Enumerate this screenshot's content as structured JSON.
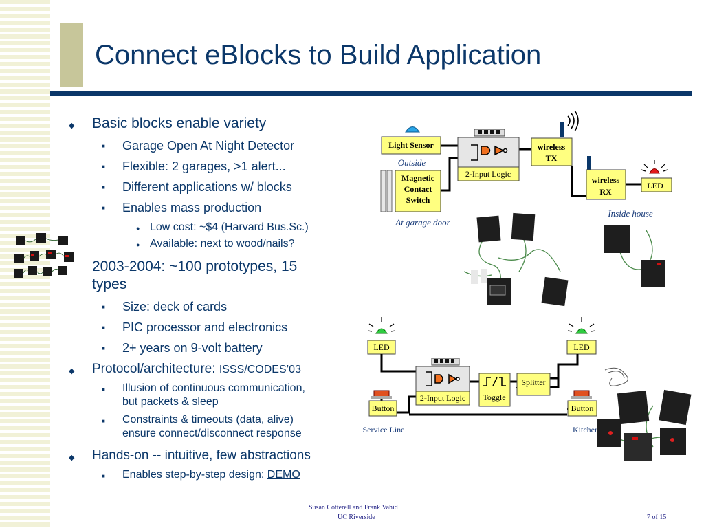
{
  "slide": {
    "title": "Connect eBlocks to Build Application",
    "colors": {
      "title": "#0b3769",
      "accent_block": "#c7c69a",
      "stripes": "#f1f1d7",
      "block_fill": "#ffff80"
    }
  },
  "bullets": {
    "b1": "Basic blocks enable variety",
    "b1_1": "Garage Open At Night Detector",
    "b1_2": "Flexible: 2 garages, >1 alert...",
    "b1_3": "Different applications w/ blocks",
    "b1_4": "Enables mass production",
    "b1_4_1": "Low cost: ~$4 (Harvard Bus.Sc.)",
    "b1_4_2": "Available: next to wood/nails?",
    "b2_line1": "2003-2004: ~100 prototypes, 15",
    "b2_line2": "types",
    "b2_1": "Size: deck of cards",
    "b2_2": "PIC processor and electronics",
    "b2_3": "2+ years on 9-volt battery",
    "b3_prefix": "Protocol/architecture: ",
    "b3_ref": "ISSS/CODES’03",
    "b3_1_line1": "Illusion of continuous communication,",
    "b3_1_line2": "but packets & sleep",
    "b3_2_line1": "Constraints & timeouts (data, alive)",
    "b3_2_line2": "ensure connect/disconnect response",
    "b4": "Hands-on -- intuitive, few abstractions",
    "b4_1_prefix": "Enables step-by-step design: ",
    "b4_1_link": "DEMO"
  },
  "diagram_top": {
    "light_sensor": "Light Sensor",
    "outside": "Outside",
    "magnetic_1": "Magnetic",
    "magnetic_2": "Contact",
    "magnetic_3": "Switch",
    "garage_door": "At garage door",
    "logic": "2-Input Logic",
    "wireless_tx_1": "wireless",
    "wireless_tx_2": "TX",
    "wireless_rx_1": "wireless",
    "wireless_rx_2": "RX",
    "led": "LED",
    "inside_house": "Inside house"
  },
  "diagram_bottom": {
    "led_left": "LED",
    "led_right": "LED",
    "logic": "2-Input Logic",
    "toggle": "Toggle",
    "splitter": "Splitter",
    "button_left": "Button",
    "button_right": "Button",
    "service_line": "Service Line",
    "kitchen": "Kitchen"
  },
  "footer": {
    "authors": "Susan Cotterell and Frank Vahid",
    "institution": "UC Riverside",
    "page": "7 of 15"
  },
  "icons": [
    "diamond-bullet-icon",
    "square-bullet-icon",
    "dot-bullet-icon",
    "wireless-signal-icon",
    "led-alarm-icon",
    "push-button-icon",
    "logic-gate-icon",
    "toggle-icon"
  ]
}
